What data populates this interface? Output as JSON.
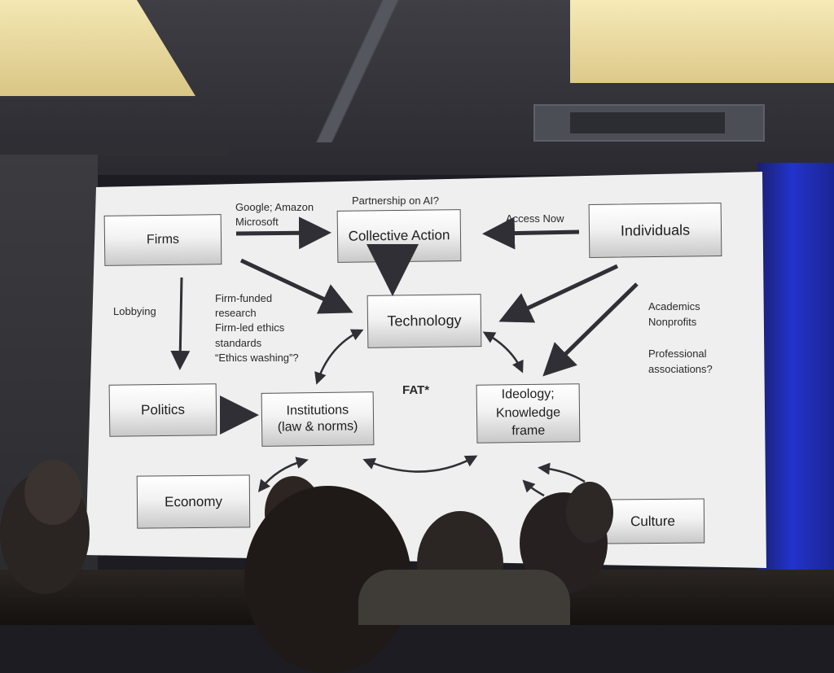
{
  "slide": {
    "nodes": {
      "firms": "Firms",
      "collective_action": "Collective Action",
      "individuals": "Individuals",
      "technology": "Technology",
      "politics": "Politics",
      "institutions": "Institutions\n(law & norms)",
      "ideology": "Ideology;\nKnowledge\nframe",
      "economy": "Economy",
      "culture": "Culture"
    },
    "labels": {
      "google_amazon": "Google; Amazon",
      "microsoft": "Microsoft",
      "partnership": "Partnership on AI?",
      "access_now": "Access Now",
      "lobbying": "Lobbying",
      "firm_funded": "Firm-funded\nresearch\nFirm-led ethics\nstandards\n“Ethics washing”?",
      "academics": "Academics\nNonprofits",
      "professional": "Professional\nassociations?",
      "fat": "FAT*"
    }
  },
  "colors": {
    "slide_background": "#efefef",
    "arrow": "#2f2f35",
    "stage_blue": "#2233cc"
  }
}
